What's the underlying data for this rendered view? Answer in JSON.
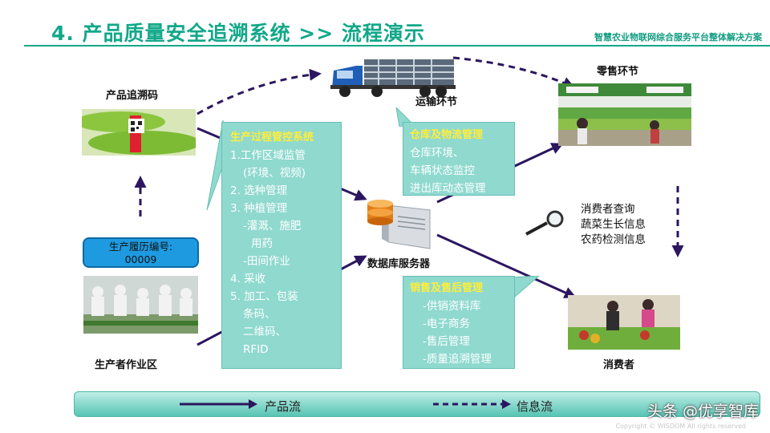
{
  "header": {
    "title": "4. 产品质量安全追溯系统 >> 流程演示",
    "subtitle": "智慧农业物联网综合服务平台整体解决方案"
  },
  "nodes": {
    "trace_code": "产品追溯码",
    "transport": "运输环节",
    "retail": "零售环节",
    "database": "数据库服务器",
    "producer": "生产者作业区",
    "consumer": "消费者"
  },
  "badge": {
    "label": "生产履历编号:",
    "value": "00009"
  },
  "production_box": {
    "head": "生产过程管控系统",
    "items": [
      "1.工作区域监管",
      "(环境、视频)",
      "2. 选种管理",
      "3. 种植管理",
      "-灌溉、施肥",
      "用药",
      "-田间作业",
      "4. 采收",
      "5. 加工、包装",
      "条码、",
      "二维码、",
      "RFID"
    ]
  },
  "warehouse_box": {
    "head": "仓库及物流管理",
    "items": [
      "仓库环境、",
      "车辆状态监控",
      "进出库动态管理"
    ]
  },
  "sales_box": {
    "head": "销售及售后管理",
    "items": [
      "-供销资料库",
      "-电子商务",
      "-售后管理",
      "-质量追溯管理"
    ]
  },
  "consumer_query": {
    "items": [
      "消费者查询",
      "蔬菜生长信息",
      "农药检测信息"
    ]
  },
  "legend": {
    "product_flow": "产品流",
    "info_flow": "信息流"
  },
  "watermark": "头条 @优享智库",
  "copyright": "Copyright © WISDOM All rights reserved",
  "colors": {
    "accent": "#11a889",
    "arrow": "#2b1660",
    "balloon": "#8fd9cf",
    "badge": "#1e9be0"
  }
}
